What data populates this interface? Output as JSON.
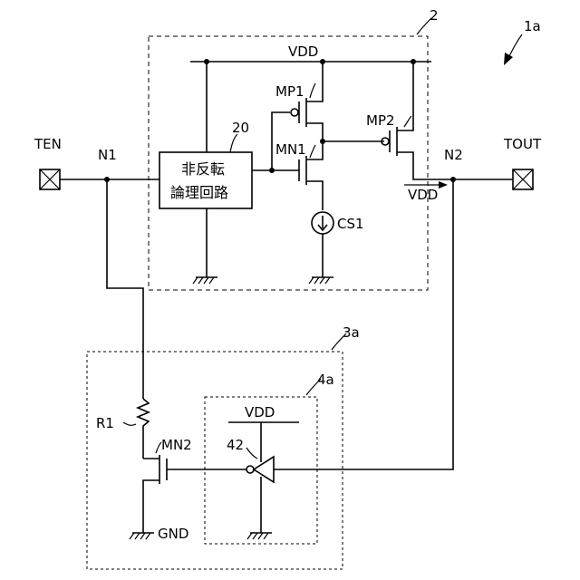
{
  "labels": {
    "fig_ref": "1a",
    "block_2": "2",
    "block_3a": "3a",
    "block_4a": "4a",
    "vdd_top": "VDD",
    "vdd_n2": "VDD",
    "vdd_inv": "VDD",
    "mp1": "MP1",
    "mp2": "MP2",
    "mn1": "MN1",
    "mn2": "MN2",
    "cs1": "CS1",
    "n1": "N1",
    "n2": "N2",
    "ten": "TEN",
    "tout": "TOUT",
    "r1": "R1",
    "gnd": "GND",
    "buf_ref": "20",
    "buf_line1": "非反転",
    "buf_line2": "論理回路",
    "inv_ref": "42"
  }
}
